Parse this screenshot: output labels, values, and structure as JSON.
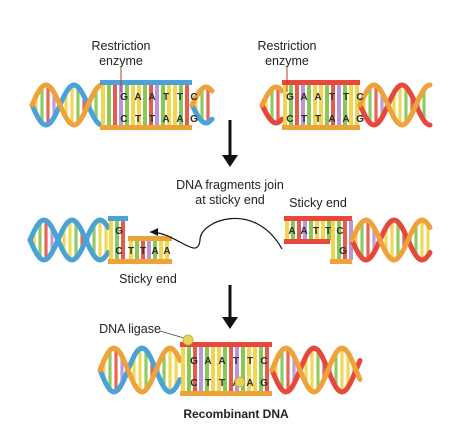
{
  "labels": {
    "left_enzyme_line1": "Restriction",
    "left_enzyme_line2": "enzyme",
    "right_enzyme_line1": "Restriction",
    "right_enzyme_line2": "enzyme",
    "join_line1": "DNA fragments join",
    "join_line2": "at sticky end",
    "sticky_left": "Sticky end",
    "sticky_right": "Sticky end",
    "ligase": "DNA ligase",
    "recombinant": "Recombinant DNA"
  },
  "sequences": {
    "top_left_upper": [
      "G",
      "A",
      "A",
      "T",
      "T",
      "C"
    ],
    "top_left_lower": [
      "C",
      "T",
      "T",
      "A",
      "A",
      "G"
    ],
    "top_right_upper": [
      "G",
      "A",
      "A",
      "T",
      "T",
      "C"
    ],
    "top_right_lower": [
      "C",
      "T",
      "T",
      "A",
      "A",
      "G"
    ],
    "mid_left_upper": [
      "G"
    ],
    "mid_left_lower": [
      "C",
      "T",
      "T",
      "A",
      "A"
    ],
    "mid_right_upper": [
      "A",
      "A",
      "T",
      "T",
      "C"
    ],
    "mid_right_lower": [
      "G"
    ],
    "bottom_upper": [
      "G",
      "A",
      "A",
      "T",
      "T",
      "C"
    ],
    "bottom_lower": [
      "C",
      "T",
      "T",
      "A",
      "A",
      "G"
    ]
  },
  "colors": {
    "backbone_blue": "#4aa3d8",
    "backbone_red": "#e8473c",
    "backbone_orange": "#f0a23a",
    "rung_yellow": "#f2d23c",
    "rung_green": "#7cc243",
    "rung_red": "#e24a3b",
    "rung_purple": "#b48ad2",
    "ligase_ball": "#e8d25a",
    "arrow": "#111111"
  }
}
